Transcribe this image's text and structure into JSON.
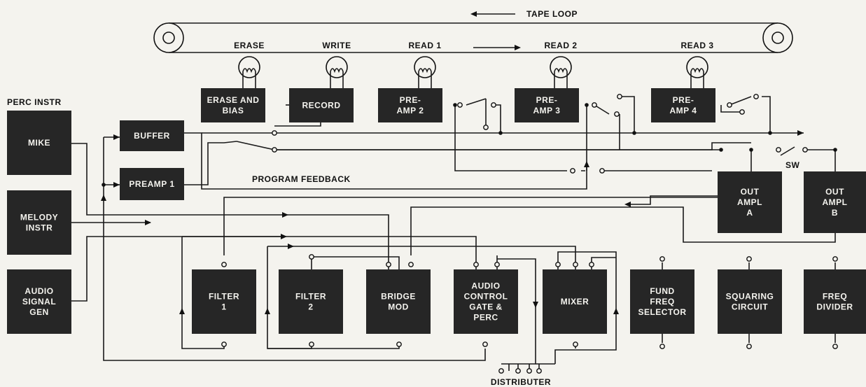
{
  "labels": {
    "tape_loop": "TAPE LOOP",
    "perc_instr": "PERC INSTR",
    "program_feedback": "PROGRAM FEEDBACK",
    "sw": "SW",
    "distributer": "DISTRIBUTER"
  },
  "heads": {
    "erase": "ERASE",
    "write": "WRITE",
    "read1": "READ 1",
    "read2": "READ 2",
    "read3": "READ 3"
  },
  "blocks": {
    "mike": [
      "MIKE"
    ],
    "melody": [
      "MELODY",
      "INSTR"
    ],
    "audio_gen": [
      "AUDIO",
      "SIGNAL",
      "GEN"
    ],
    "buffer": [
      "BUFFER"
    ],
    "preamp1": [
      "PREAMP 1"
    ],
    "erase_bias": [
      "ERASE AND",
      "BIAS"
    ],
    "record": [
      "RECORD"
    ],
    "preamp2": [
      "PRE-",
      "AMP 2"
    ],
    "preamp3": [
      "PRE-",
      "AMP 3"
    ],
    "preamp4": [
      "PRE-",
      "AMP 4"
    ],
    "out_a": [
      "OUT",
      "AMPL",
      "A"
    ],
    "out_b": [
      "OUT",
      "AMPL",
      "B"
    ],
    "filter1": [
      "FILTER",
      "1"
    ],
    "filter2": [
      "FILTER",
      "2"
    ],
    "bridge": [
      "BRIDGE",
      "MOD"
    ],
    "audio_ctrl": [
      "AUDIO",
      "CONTROL",
      "GATE &",
      "PERC"
    ],
    "mixer": [
      "MIXER"
    ],
    "fund": [
      "FUND",
      "FREQ",
      "SELECTOR"
    ],
    "squaring": [
      "SQUARING",
      "CIRCUIT"
    ],
    "divider": [
      "FREQ",
      "DIVIDER"
    ]
  }
}
